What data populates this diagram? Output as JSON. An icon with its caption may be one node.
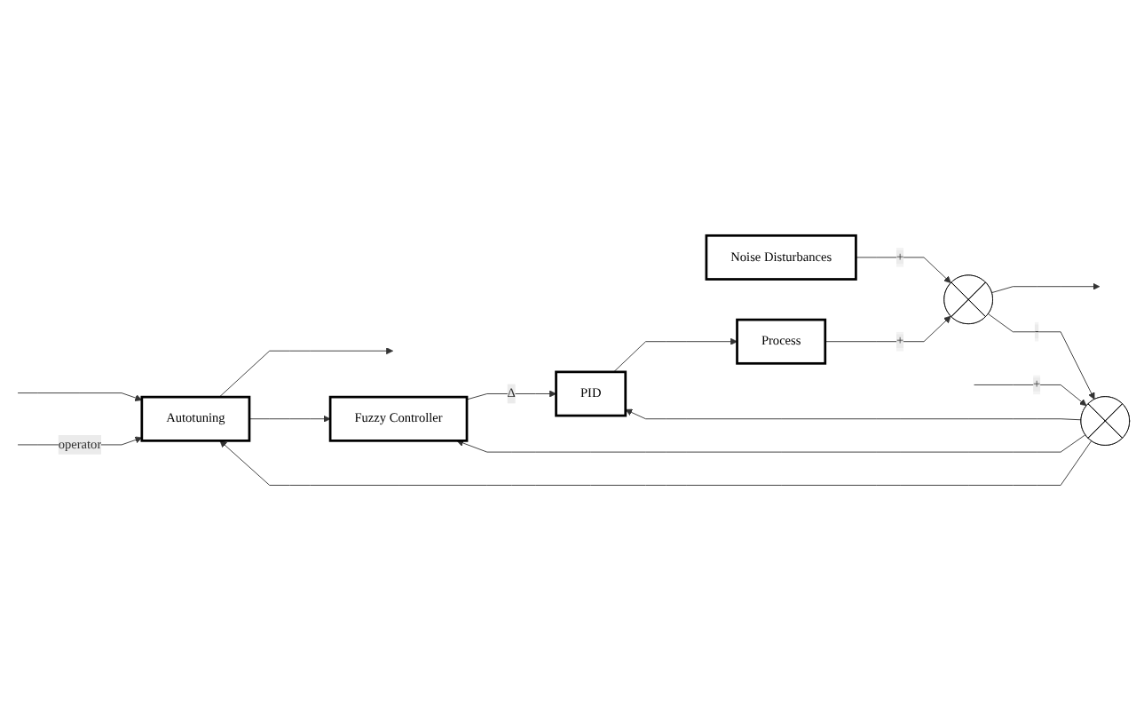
{
  "diagram": {
    "nodes": [
      {
        "text": [
          "Autotuning"
        ]
      },
      {
        "text": [
          "Fuzzy Controller"
        ]
      },
      {
        "text": [
          "Noise Disturbances"
        ]
      },
      {
        "text": [],
        "shape": "circle"
      },
      {
        "text": [
          "PID"
        ]
      },
      {
        "text": [
          "Process"
        ]
      },
      {
        "text": [],
        "shape": "circle"
      }
    ],
    "edges": [
      {
        "from": null,
        "to": 3,
        "arrow": "to",
        "label": "+"
      },
      {
        "from": null,
        "to": 0,
        "arrow": "to"
      },
      {
        "from": 3,
        "to": 0,
        "arrow": "to"
      },
      {
        "from": null,
        "to": 0,
        "arrow": "to",
        "label": "operator"
      },
      {
        "from": 3,
        "to": 1,
        "arrow": "to"
      },
      {
        "from": 3,
        "to": 4,
        "arrow": "to"
      },
      {
        "from": 0,
        "to": null,
        "arrow": "to"
      },
      {
        "from": 0,
        "to": 1,
        "arrow": "to"
      },
      {
        "from": 1,
        "to": 4,
        "arrow": "to",
        "label": "Δ"
      },
      {
        "from": 4,
        "to": 5,
        "arrow": "to"
      },
      {
        "from": 5,
        "to": 6,
        "arrow": "to",
        "label": "+"
      },
      {
        "from": 2,
        "to": 6,
        "arrow": "to",
        "label": "+"
      },
      {
        "from": 6,
        "to": null,
        "arrow": "to"
      },
      {
        "from": 6,
        "to": 3,
        "arrow": "to",
        "label": "-"
      }
    ]
  }
}
